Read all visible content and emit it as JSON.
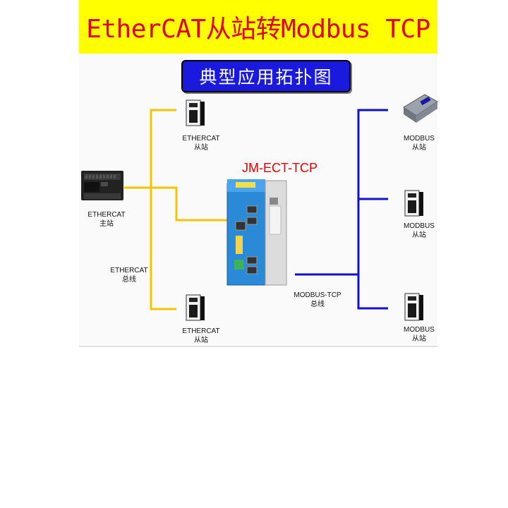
{
  "banner": {
    "title": "EtherCAT从站转Modbus TCP"
  },
  "diagram": {
    "subtitle": "典型应用拓扑图",
    "gateway": {
      "label": "JM-ECT-TCP"
    },
    "ethercat_master": {
      "line1": "ETHERCAT",
      "line2": "主站"
    },
    "ethercat_slave_top": {
      "line1": "ETHERCAT",
      "line2": "从站"
    },
    "ethercat_slave_bottom": {
      "line1": "ETHERCAT",
      "line2": "从站"
    },
    "ethercat_bus": {
      "line1": "ETHERCAT",
      "line2": "总线"
    },
    "modbus_bus": {
      "line1": "MODBUS-TCP",
      "line2": "总线"
    },
    "modbus_slave_top": {
      "line1": "MODBUS",
      "line2": "从站"
    },
    "modbus_slave_mid": {
      "line1": "MODBUS",
      "line2": "从站"
    },
    "modbus_slave_bottom": {
      "line1": "MODBUS",
      "line2": "从站"
    }
  },
  "colors": {
    "ethercat_line": "#f5c400",
    "modbus_line": "#1010d0",
    "banner_bg": "#ffff00",
    "banner_text": "#e00000",
    "subtitle_bg": "#1a1adf"
  }
}
